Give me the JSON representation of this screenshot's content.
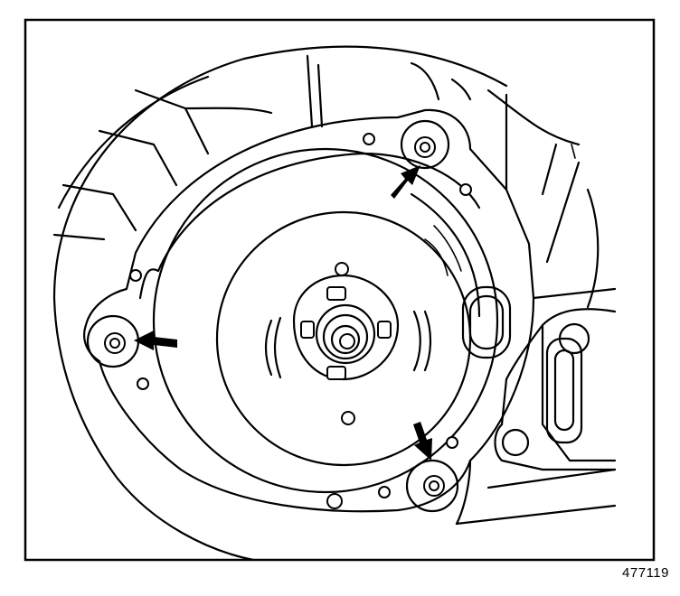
{
  "figure_id": "477119",
  "colors": {
    "line": "#000000",
    "background": "#ffffff"
  },
  "callouts": [
    {
      "name": "arrow-upper-right",
      "target": "mounting-screw-top"
    },
    {
      "name": "arrow-left",
      "target": "mounting-screw-left"
    },
    {
      "name": "arrow-bottom",
      "target": "mounting-screw-bottom"
    }
  ]
}
